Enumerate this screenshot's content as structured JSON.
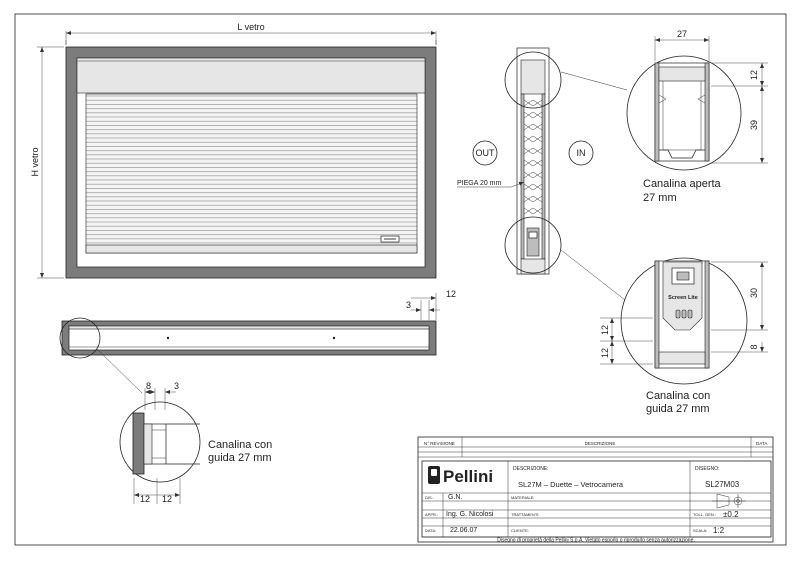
{
  "drawing": {
    "dim_width_label": "L vetro",
    "dim_height_label": "H vetro",
    "label_out": "OUT",
    "label_in": "IN",
    "piega_label": "PIEGA 20 mm",
    "brand_small": "Screen Lite",
    "detail_open_dims": {
      "width": "27",
      "top": "12",
      "height": "39"
    },
    "detail_open_caption_line1": "Canalina  aperta",
    "detail_open_caption_line2": "27  mm",
    "detail_guide_dims": {
      "upper": "30",
      "left_a": "12",
      "left_b": "12",
      "right": "8"
    },
    "detail_guide_caption_line1": "Canalina  con",
    "detail_guide_caption_line2": "guida  27  mm",
    "plan_dims": {
      "a": "3",
      "b": "12"
    },
    "plan_detail_dims": {
      "a": "8",
      "b": "3",
      "c": "12",
      "d": "12"
    },
    "plan_detail_caption_line1": "Canalina  con",
    "plan_detail_caption_line2": "guida  27  mm"
  },
  "titleblock": {
    "revision_header": "N° REVISIONE",
    "description_header": "DESCRIZIONE",
    "date_header": "DATA",
    "logo_text": "Pellini",
    "descrizione_label": "DESCRIZIONE:",
    "descrizione_value": "SL27M  –  Duette  –  Vetrocamera",
    "disegno_label": "DISEGNO:",
    "disegno_value": "SL27M03",
    "dis_label": "DIS.:",
    "dis_value": "G.N.",
    "appr_label": "APPR.:",
    "appr_value": "Ing. G. Nicolosi",
    "data_label": "DATA:",
    "data_value": "22.06.07",
    "materiale_label": "MATERIALE:",
    "trattamenti_label": "TRATTAMENTI:",
    "cliente_label": "CLIENTE:",
    "toll_label": "TOLL. GEN.:",
    "toll_value": "±0.2",
    "scala_label": "SCALA:",
    "scala_value": "1:2",
    "footer": "Disegno di proprietà della Pellini S.p.A.  Vietato esporlo o riprodurlo senza autorizzazione."
  }
}
